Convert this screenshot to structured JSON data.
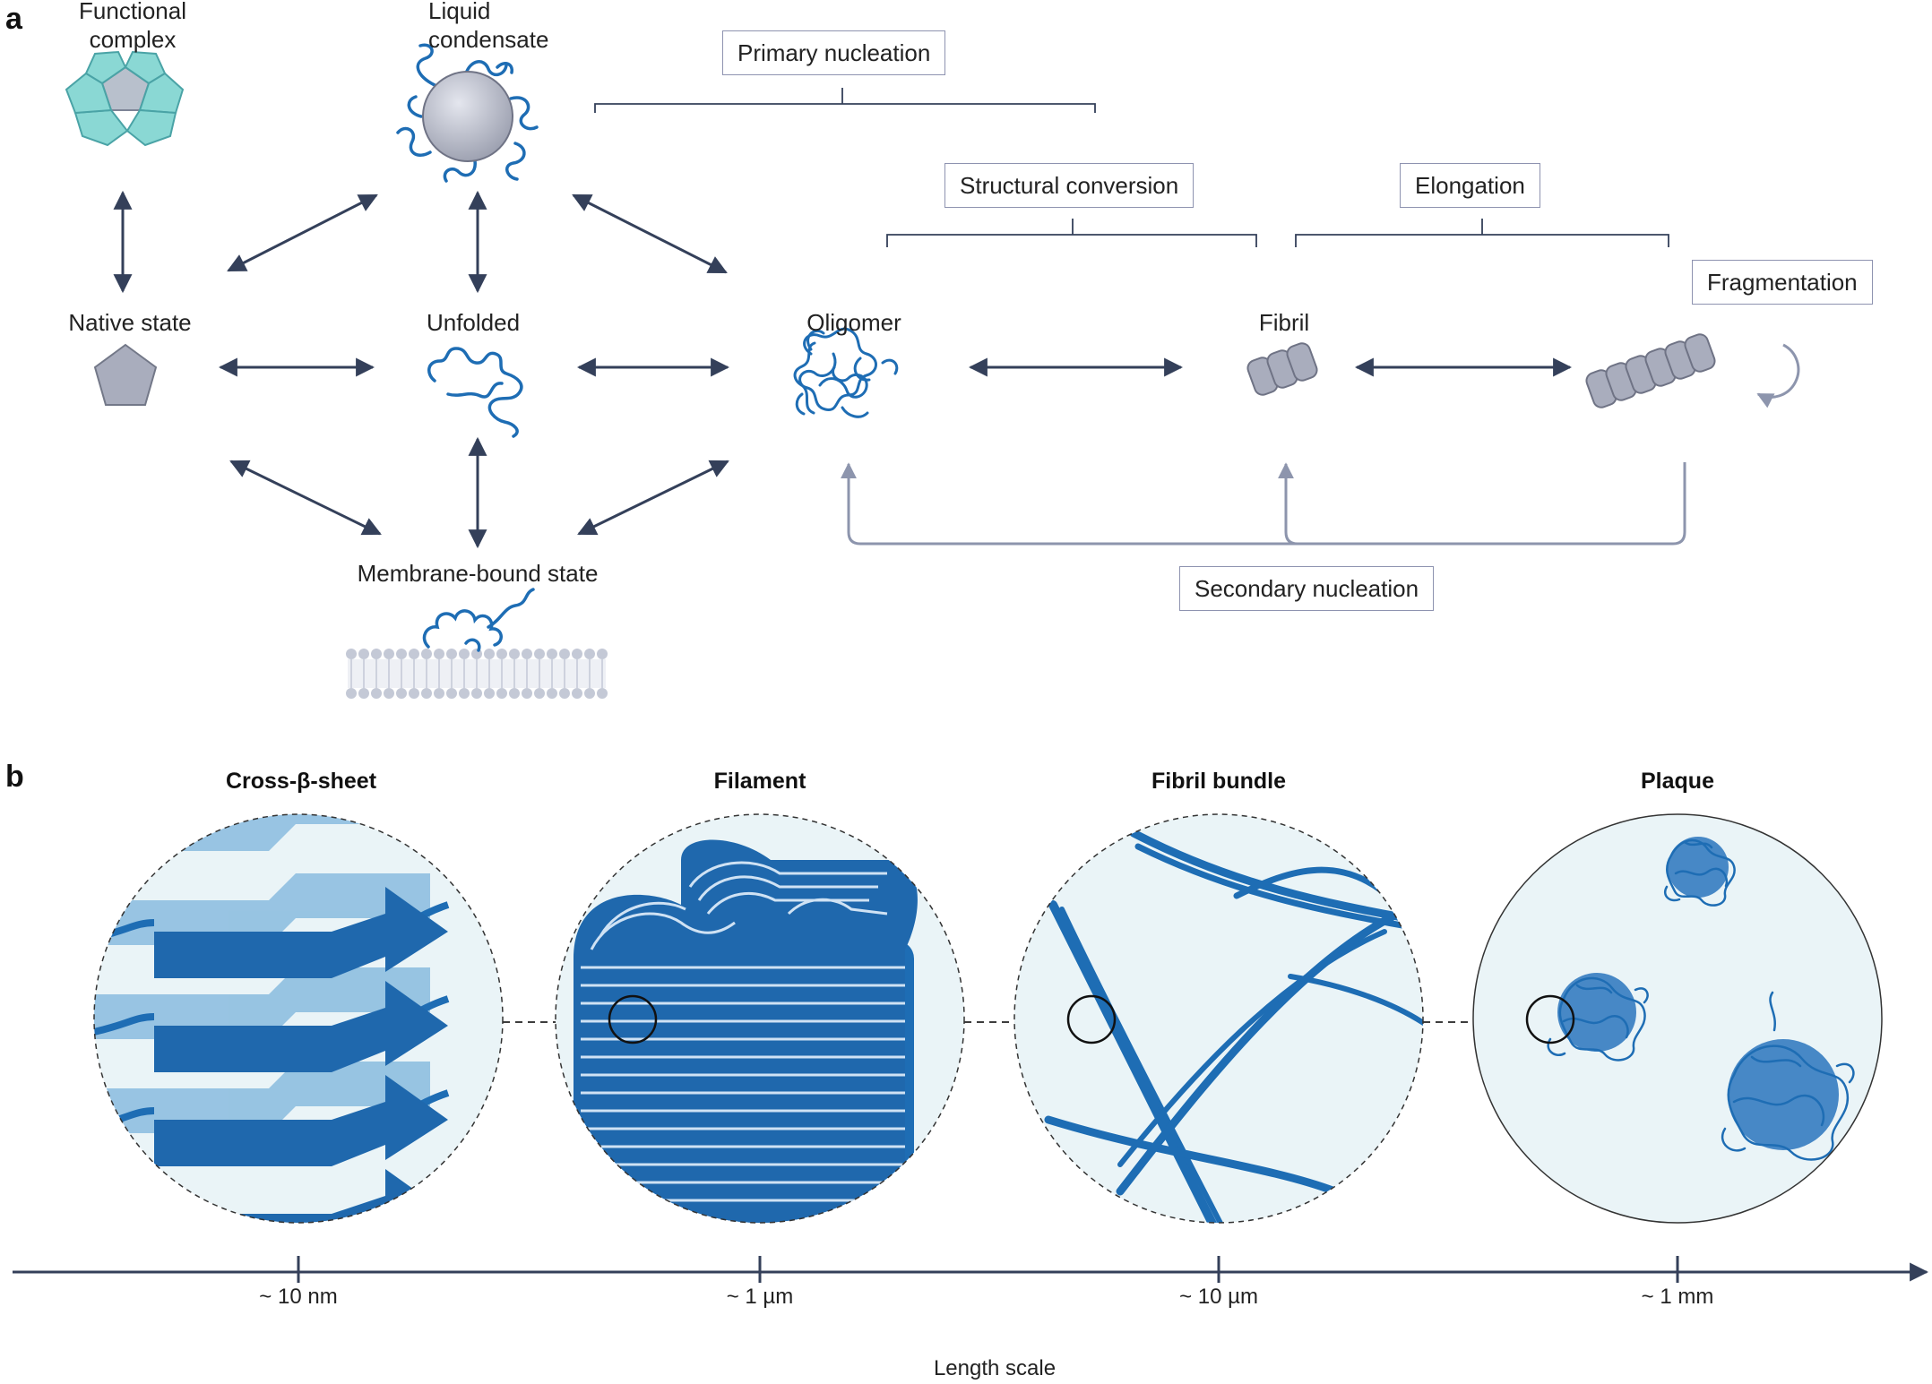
{
  "panels": {
    "a": "a",
    "b": "b"
  },
  "states": {
    "functional_complex": "Functional\ncomplex",
    "liquid_condensate": "Liquid\ncondensate",
    "native_state": "Native state",
    "unfolded": "Unfolded",
    "oligomer": "Oligomer",
    "fibril": "Fibril",
    "membrane_bound": "Membrane-bound state"
  },
  "processes": {
    "primary_nucleation": "Primary nucleation",
    "structural_conversion": "Structural conversion",
    "elongation": "Elongation",
    "fragmentation": "Fragmentation",
    "secondary_nucleation": "Secondary nucleation"
  },
  "scales": [
    {
      "title": "Cross-β-sheet",
      "tick": "~ 10 nm"
    },
    {
      "title": "Filament",
      "tick": "~ 1 µm"
    },
    {
      "title": "Fibril bundle",
      "tick": "~ 10 µm"
    },
    {
      "title": "Plaque",
      "tick": "~ 1 mm"
    }
  ],
  "axis_label": "Length scale",
  "colors": {
    "arrow": "#34405a",
    "protein_blue": "#1e6db4",
    "fibril_grey": "#a9adbd",
    "teal": "#7fd3d0",
    "circle_bg": "#e8f3f6",
    "secondary_arrow": "#8d95ad"
  }
}
